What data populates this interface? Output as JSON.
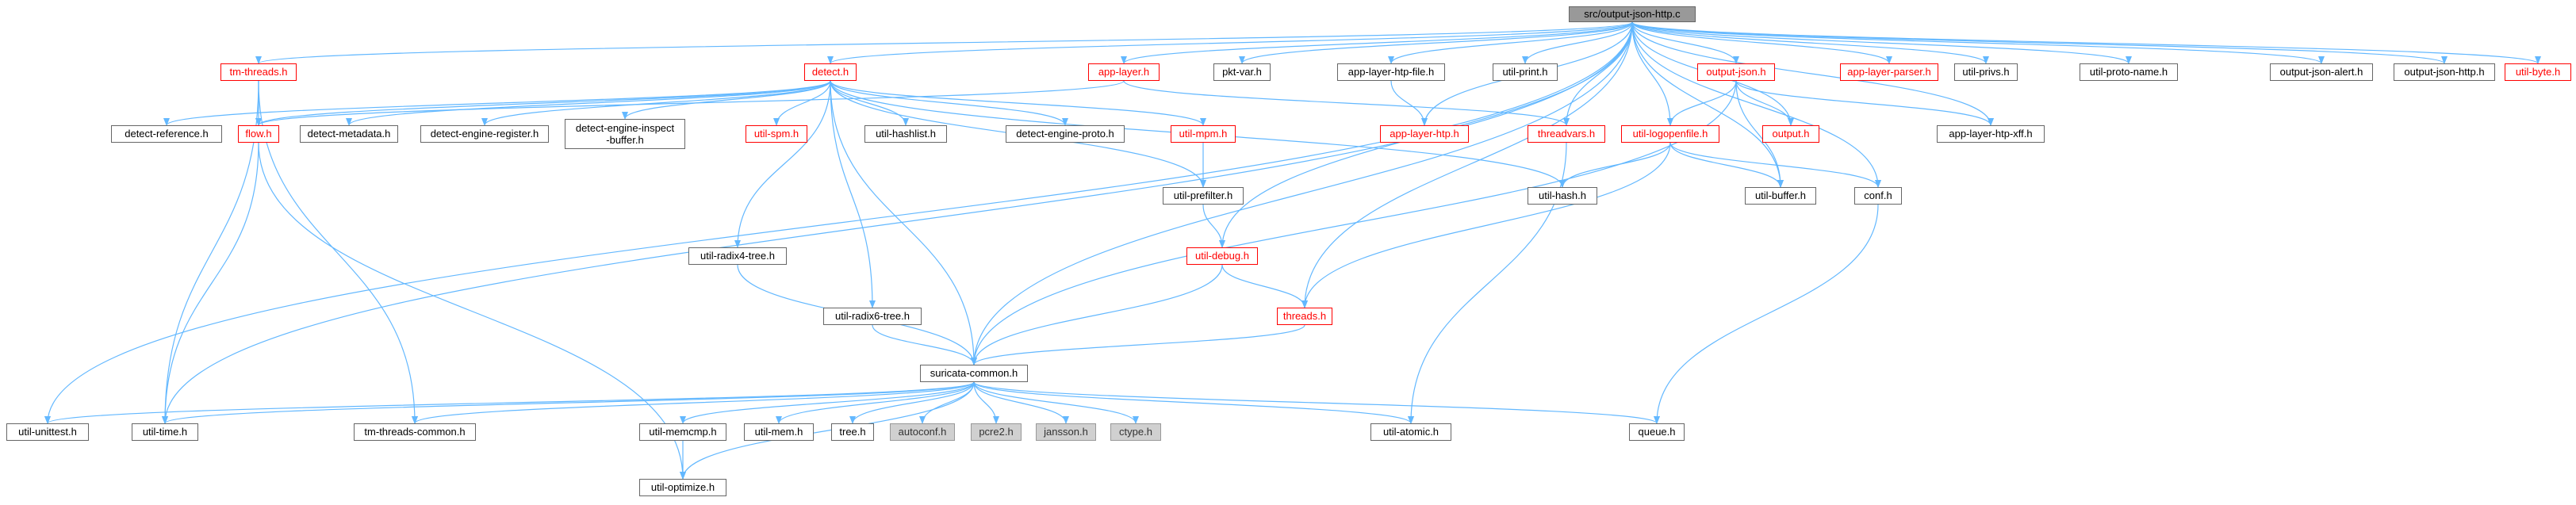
{
  "diagram": {
    "nodes": {
      "root": {
        "label": "src/output-json-http.c",
        "style": "root"
      },
      "tm_threads": {
        "label": "tm-threads.h",
        "style": "red"
      },
      "detect": {
        "label": "detect.h",
        "style": "red"
      },
      "app_layer": {
        "label": "app-layer.h",
        "style": "red"
      },
      "pkt_var": {
        "label": "pkt-var.h",
        "style": "normal"
      },
      "app_layer_htp_file": {
        "label": "app-layer-htp-file.h",
        "style": "normal"
      },
      "util_print": {
        "label": "util-print.h",
        "style": "normal"
      },
      "output_json": {
        "label": "output-json.h",
        "style": "red"
      },
      "app_layer_parser": {
        "label": "app-layer-parser.h",
        "style": "red"
      },
      "util_privs": {
        "label": "util-privs.h",
        "style": "normal"
      },
      "util_proto_name": {
        "label": "util-proto-name.h",
        "style": "normal"
      },
      "output_json_alert": {
        "label": "output-json-alert.h",
        "style": "normal"
      },
      "output_json_http": {
        "label": "output-json-http.h",
        "style": "normal"
      },
      "util_byte": {
        "label": "util-byte.h",
        "style": "red"
      },
      "detect_reference": {
        "label": "detect-reference.h",
        "style": "normal"
      },
      "flow": {
        "label": "flow.h",
        "style": "red"
      },
      "detect_metadata": {
        "label": "detect-metadata.h",
        "style": "normal"
      },
      "detect_engine_register": {
        "label": "detect-engine-register.h",
        "style": "normal"
      },
      "detect_engine_inspect_buffer": {
        "label": "detect-engine-inspect\n-buffer.h",
        "style": "normal"
      },
      "util_spm": {
        "label": "util-spm.h",
        "style": "red"
      },
      "util_hashlist": {
        "label": "util-hashlist.h",
        "style": "normal"
      },
      "detect_engine_proto": {
        "label": "detect-engine-proto.h",
        "style": "normal"
      },
      "util_mpm": {
        "label": "util-mpm.h",
        "style": "red"
      },
      "app_layer_htp": {
        "label": "app-layer-htp.h",
        "style": "red"
      },
      "threadvars": {
        "label": "threadvars.h",
        "style": "red"
      },
      "util_logopenfile": {
        "label": "util-logopenfile.h",
        "style": "red"
      },
      "output": {
        "label": "output.h",
        "style": "red"
      },
      "app_layer_htp_xff": {
        "label": "app-layer-htp-xff.h",
        "style": "normal"
      },
      "util_hash": {
        "label": "util-hash.h",
        "style": "normal"
      },
      "util_buffer": {
        "label": "util-buffer.h",
        "style": "normal"
      },
      "conf": {
        "label": "conf.h",
        "style": "normal"
      },
      "util_prefilter": {
        "label": "util-prefilter.h",
        "style": "normal"
      },
      "util_debug": {
        "label": "util-debug.h",
        "style": "red"
      },
      "util_radix4_tree": {
        "label": "util-radix4-tree.h",
        "style": "normal"
      },
      "threads": {
        "label": "threads.h",
        "style": "red"
      },
      "util_radix6_tree": {
        "label": "util-radix6-tree.h",
        "style": "normal"
      },
      "suricata_common": {
        "label": "suricata-common.h",
        "style": "normal"
      },
      "util_unittest": {
        "label": "util-unittest.h",
        "style": "normal"
      },
      "util_time": {
        "label": "util-time.h",
        "style": "normal"
      },
      "tm_threads_common": {
        "label": "tm-threads-common.h",
        "style": "normal"
      },
      "util_memcmp": {
        "label": "util-memcmp.h",
        "style": "normal"
      },
      "util_mem": {
        "label": "util-mem.h",
        "style": "normal"
      },
      "tree": {
        "label": "tree.h",
        "style": "normal"
      },
      "autoconf": {
        "label": "autoconf.h",
        "style": "gray"
      },
      "pcre2": {
        "label": "pcre2.h",
        "style": "gray"
      },
      "jansson": {
        "label": "jansson.h",
        "style": "gray"
      },
      "ctype": {
        "label": "ctype.h",
        "style": "gray"
      },
      "util_atomic": {
        "label": "util-atomic.h",
        "style": "normal"
      },
      "queue": {
        "label": "queue.h",
        "style": "normal"
      },
      "util_optimize": {
        "label": "util-optimize.h",
        "style": "normal"
      }
    },
    "edges": [
      [
        "root",
        "tm_threads"
      ],
      [
        "root",
        "detect"
      ],
      [
        "root",
        "app_layer"
      ],
      [
        "root",
        "pkt_var"
      ],
      [
        "root",
        "app_layer_htp_file"
      ],
      [
        "root",
        "util_print"
      ],
      [
        "root",
        "output_json"
      ],
      [
        "root",
        "app_layer_parser"
      ],
      [
        "root",
        "util_privs"
      ],
      [
        "root",
        "util_proto_name"
      ],
      [
        "root",
        "output_json_alert"
      ],
      [
        "root",
        "output_json_http"
      ],
      [
        "root",
        "util_byte"
      ],
      [
        "root",
        "util_unittest"
      ],
      [
        "root",
        "util_time"
      ],
      [
        "root",
        "app_layer_htp"
      ],
      [
        "root",
        "threadvars"
      ],
      [
        "root",
        "util_logopenfile"
      ],
      [
        "root",
        "output"
      ],
      [
        "root",
        "app_layer_htp_xff"
      ],
      [
        "root",
        "util_buffer"
      ],
      [
        "root",
        "conf"
      ],
      [
        "root",
        "threads"
      ],
      [
        "root",
        "suricata_common"
      ],
      [
        "root",
        "util_debug"
      ],
      [
        "tm_threads",
        "flow"
      ],
      [
        "tm_threads",
        "util_time"
      ],
      [
        "tm_threads",
        "tm_threads_common"
      ],
      [
        "detect",
        "detect_reference"
      ],
      [
        "detect",
        "flow"
      ],
      [
        "detect",
        "detect_metadata"
      ],
      [
        "detect",
        "detect_engine_register"
      ],
      [
        "detect",
        "detect_engine_inspect_buffer"
      ],
      [
        "detect",
        "util_spm"
      ],
      [
        "detect",
        "util_hashlist"
      ],
      [
        "detect",
        "detect_engine_proto"
      ],
      [
        "detect",
        "util_mpm"
      ],
      [
        "detect",
        "util_prefilter"
      ],
      [
        "detect",
        "util_hash"
      ],
      [
        "detect",
        "util_radix4_tree"
      ],
      [
        "detect",
        "util_radix6_tree"
      ],
      [
        "detect",
        "suricata_common"
      ],
      [
        "app_layer",
        "threadvars"
      ],
      [
        "app_layer",
        "flow"
      ],
      [
        "app_layer_htp_file",
        "app_layer_htp"
      ],
      [
        "output_json",
        "util_logopenfile"
      ],
      [
        "output_json",
        "output"
      ],
      [
        "output_json",
        "util_buffer"
      ],
      [
        "output_json",
        "suricata_common"
      ],
      [
        "output_json",
        "app_layer_htp_xff"
      ],
      [
        "util_logopenfile",
        "threads"
      ],
      [
        "util_logopenfile",
        "util_hash"
      ],
      [
        "util_logopenfile",
        "util_buffer"
      ],
      [
        "util_logopenfile",
        "conf"
      ],
      [
        "flow",
        "util_time"
      ],
      [
        "flow",
        "util_optimize"
      ],
      [
        "util_mpm",
        "util_prefilter"
      ],
      [
        "util_prefilter",
        "util_debug"
      ],
      [
        "util_debug",
        "threads"
      ],
      [
        "util_debug",
        "suricata_common"
      ],
      [
        "threadvars",
        "util_atomic"
      ],
      [
        "threads",
        "suricata_common"
      ],
      [
        "conf",
        "queue"
      ],
      [
        "util_radix4_tree",
        "suricata_common"
      ],
      [
        "util_radix6_tree",
        "suricata_common"
      ],
      [
        "suricata_common",
        "util_unittest"
      ],
      [
        "suricata_common",
        "util_time"
      ],
      [
        "suricata_common",
        "tm_threads_common"
      ],
      [
        "suricata_common",
        "util_memcmp"
      ],
      [
        "suricata_common",
        "util_mem"
      ],
      [
        "suricata_common",
        "tree"
      ],
      [
        "suricata_common",
        "autoconf"
      ],
      [
        "suricata_common",
        "pcre2"
      ],
      [
        "suricata_common",
        "jansson"
      ],
      [
        "suricata_common",
        "ctype"
      ],
      [
        "suricata_common",
        "util_atomic"
      ],
      [
        "suricata_common",
        "queue"
      ],
      [
        "suricata_common",
        "util_optimize"
      ],
      [
        "util_memcmp",
        "util_optimize"
      ]
    ]
  }
}
